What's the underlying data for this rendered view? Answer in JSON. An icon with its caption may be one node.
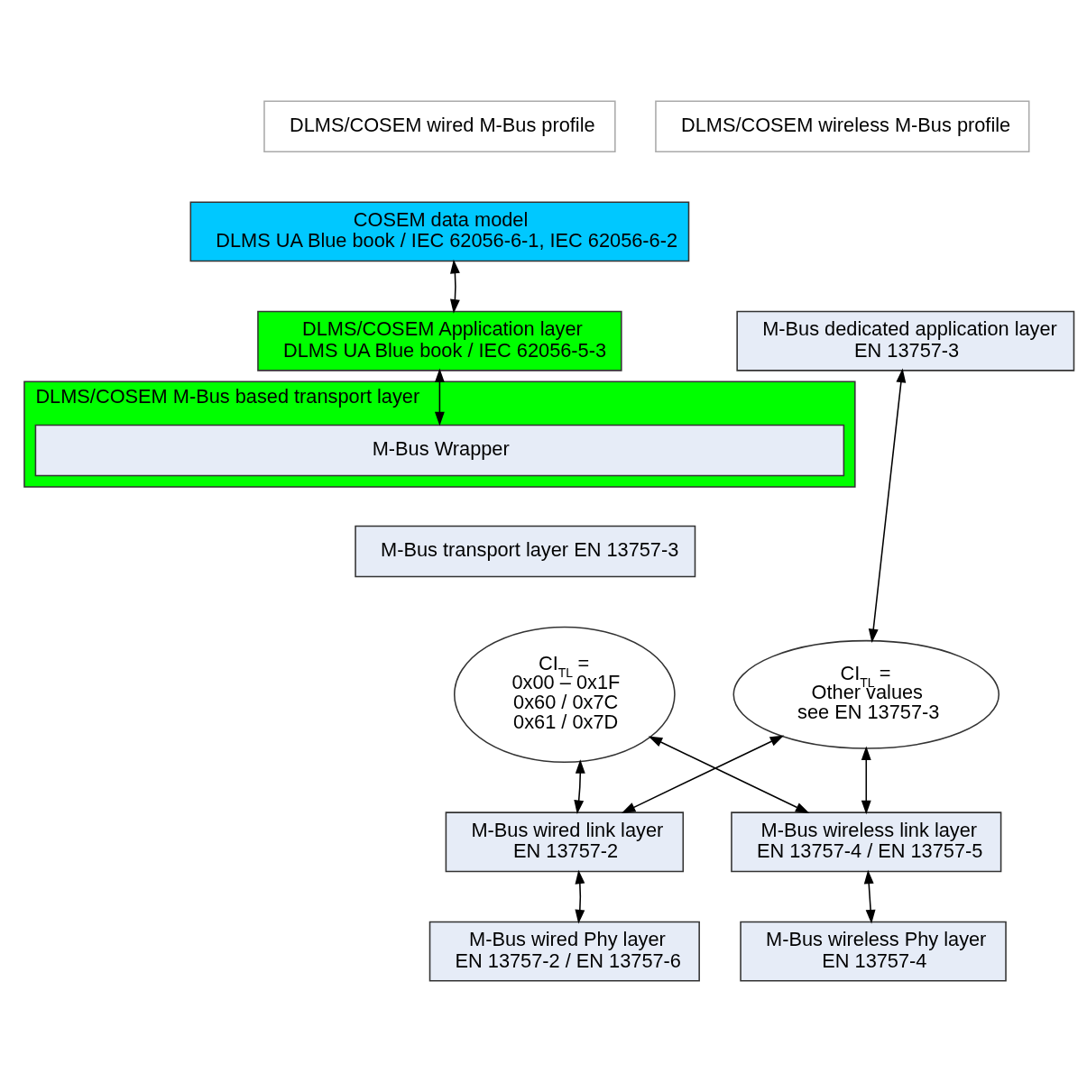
{
  "diagram": {
    "nodes": [
      {
        "text": [
          "DLMS/COSEM wired M-Bus profile"
        ]
      },
      {
        "text": [
          "DLMS/COSEM wireless M-Bus profile"
        ]
      },
      {
        "text": [
          "COSEM data model",
          "DLMS UA Blue book / IEC 62056-6-1, IEC 62056-6-2"
        ]
      },
      {
        "text": [
          "DLMS/COSEM Application layer",
          "DLMS UA Blue book / IEC 62056-5-3"
        ]
      },
      {
        "text": [
          "M-Bus dedicated application layer",
          "EN 13757-3"
        ]
      },
      {
        "text": [
          "DLMS/COSEM M-Bus based transport layer"
        ]
      },
      {
        "text": [
          "M-Bus Wrapper"
        ],
        "in": 5
      },
      {
        "text": [
          "M-Bus transport layer EN 13757-3"
        ]
      },
      {
        "text": [
          "CI$_{TL}$ = 0x00 – 0x1F 0x60 / 0x7C 0x61 / 0x7D"
        ]
      },
      {
        "text": [
          "CI$_{TL}$ = Other values see EN 13757-3"
        ]
      },
      {
        "text": [
          "M-Bus wired link layer",
          "EN 13757-2"
        ]
      },
      {
        "text": [
          "M-Bus wireless link layer",
          "EN 13757-4 / EN 13757-5"
        ]
      },
      {
        "text": [
          "M-Bus wired Phy layer",
          "EN 13757-2 / EN 13757-6"
        ]
      },
      {
        "text": [
          "M-Bus wireless Phy layer",
          "EN 13757-4"
        ]
      }
    ],
    "edges": [
      {
        "from": 2,
        "to": 3,
        "arrow": "both"
      },
      {
        "from": 3,
        "to": 6,
        "arrow": "both"
      },
      {
        "from": 4,
        "to": 9,
        "arrow": "both"
      },
      {
        "from": 8,
        "to": 10,
        "arrow": "both"
      },
      {
        "from": 8,
        "to": 11,
        "arrow": "both"
      },
      {
        "from": 9,
        "to": 10,
        "arrow": "both"
      },
      {
        "from": 9,
        "to": 11,
        "arrow": "both"
      },
      {
        "from": 10,
        "to": 12,
        "arrow": "both"
      },
      {
        "from": 11,
        "to": 13,
        "arrow": "both"
      }
    ]
  }
}
